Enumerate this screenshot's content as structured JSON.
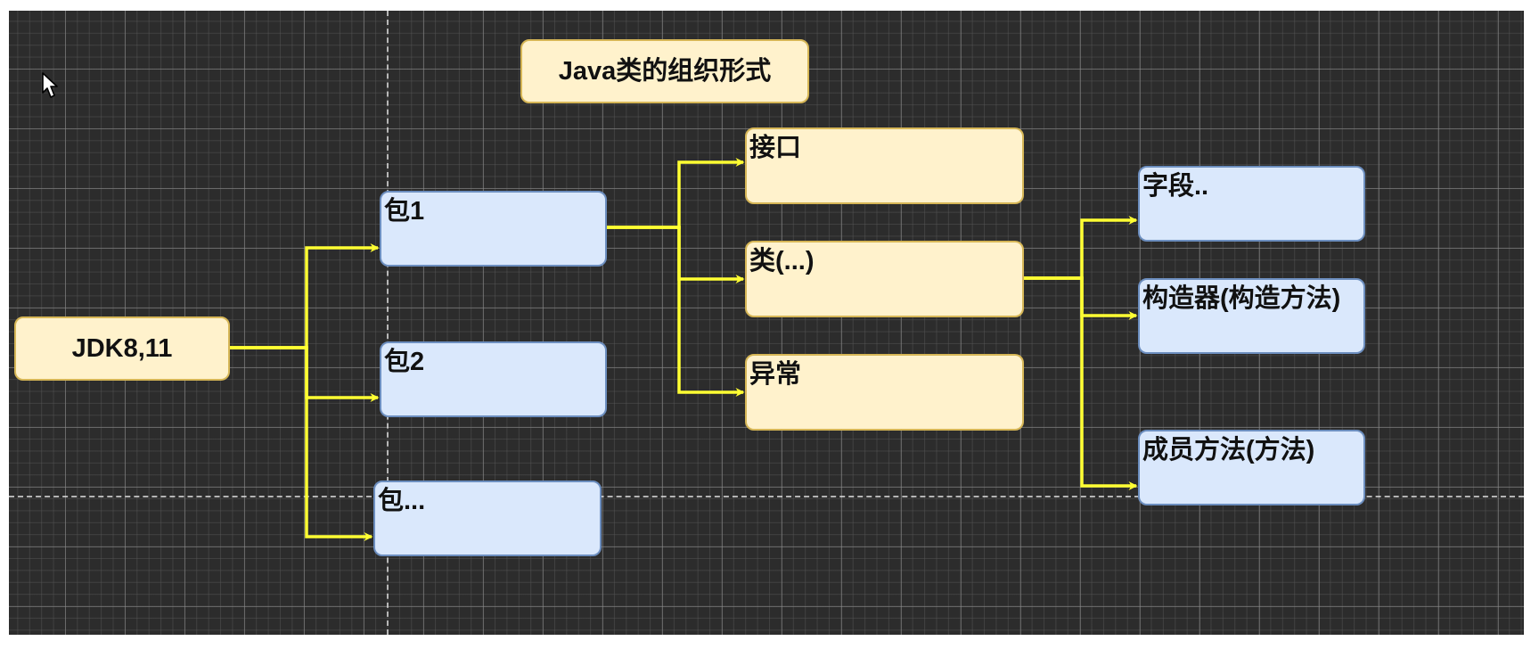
{
  "diagram": {
    "title": "Java类的组织形式",
    "root": "JDK8,11",
    "packages": [
      "包1",
      "包2",
      "包..."
    ],
    "types": [
      "接口",
      "类(...)",
      "异常"
    ],
    "members": [
      "字段..",
      "构造器(构造方法)",
      "成员方法(方法)"
    ]
  },
  "colors": {
    "canvas_background": "#2c2c2c",
    "connector": "#ffff33",
    "yellow_fill": "#fff2cc",
    "yellow_border": "#d6b656",
    "blue_fill": "#dae8fc",
    "blue_border": "#6c8ebf"
  },
  "icons": {
    "pointer": "mouse-pointer-icon"
  }
}
